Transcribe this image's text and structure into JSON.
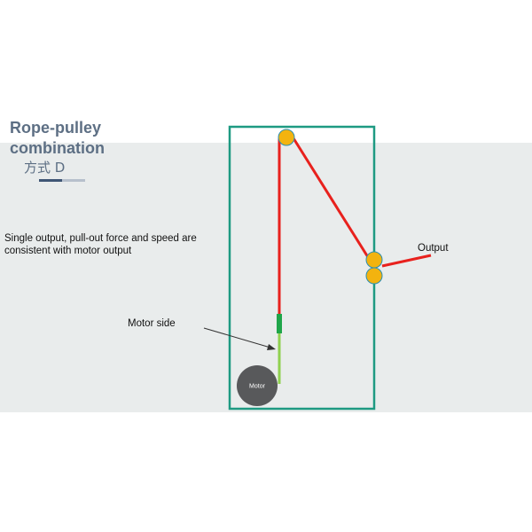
{
  "title": {
    "line1": "Rope-pulley",
    "line2": "combination"
  },
  "subtitle": "方式 D",
  "description": {
    "line1": "Single output, pull-out force and speed are",
    "line2": "consistent with motor output"
  },
  "diagram": {
    "output_label": "Output",
    "motor_side_label": "Motor side",
    "motor_label": "Motor",
    "colors": {
      "frame": "#1e9a82",
      "rope": "#e8211d",
      "motor_rope": "#8fd14f",
      "connector": "#1fa64a",
      "pulley_fill": "#f3b30f",
      "pulley_stroke": "#2a8fb5",
      "motor_fill": "#58595b"
    }
  }
}
